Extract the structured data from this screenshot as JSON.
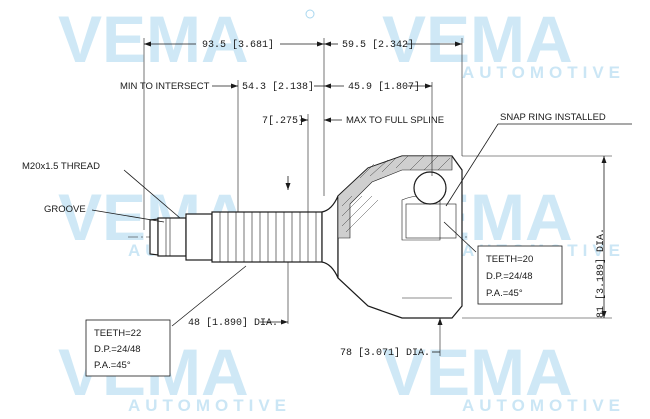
{
  "watermark": {
    "brand": "VEMA",
    "sub": "AUTOMOTIVE",
    "registered": "®"
  },
  "dimensions": {
    "overall": "93.5 [3.681]",
    "outer": "59.5 [2.342]",
    "min_to_intersect_label": "MIN TO INTERSECT",
    "min_to_intersect_value": "54.3 [2.138]",
    "spline_length": "45.9 [1.807]",
    "max_spline_value": "7[.275]",
    "max_spline_label": "MAX TO FULL SPLINE",
    "shaft_diameter": "48 [1.890] DIA.",
    "boot_diameter": "78 [3.071] DIA.",
    "bell_diameter": "81 [3.189] DIA."
  },
  "callouts": {
    "thread": "M20x1.5 THREAD",
    "groove": "GROOVE",
    "snap_ring": "SNAP RING INSTALLED"
  },
  "spline_left": {
    "teeth": "TEETH=22",
    "dp": "D.P.=24/48",
    "pa": "P.A.=45°"
  },
  "spline_right": {
    "teeth": "TEETH=20",
    "dp": "D.P.=24/48",
    "pa": "P.A.=45°"
  }
}
